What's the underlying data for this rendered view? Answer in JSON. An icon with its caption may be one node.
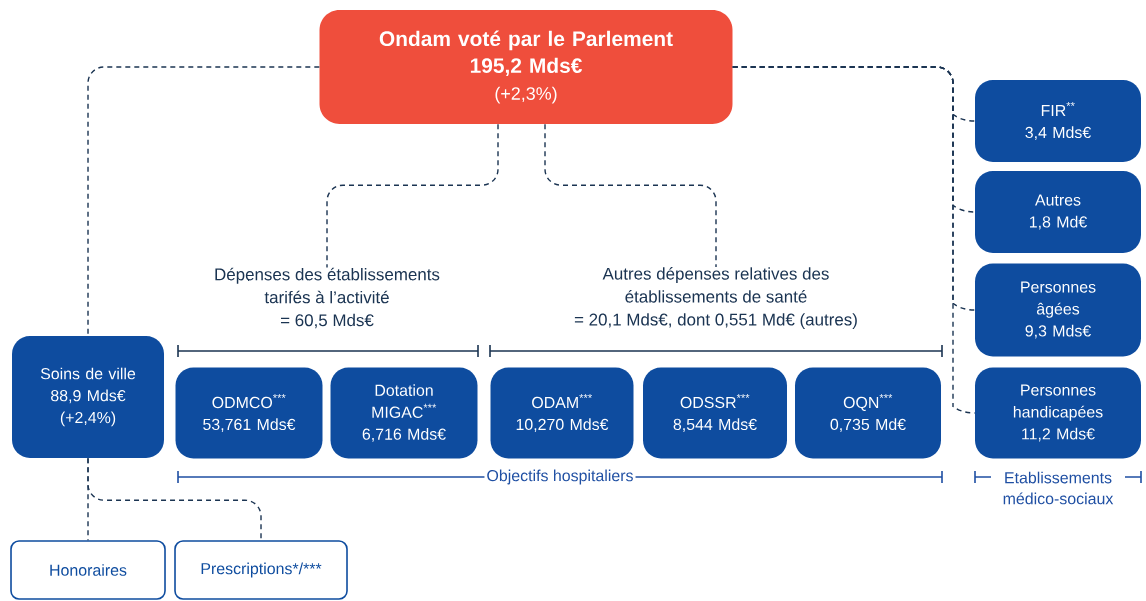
{
  "diagram": {
    "nodes": [
      {
        "text": [
          "Ondam voté par le Parlement",
          "195,2 Mds€",
          "(+2,3%)"
        ]
      },
      {
        "text": [
          "Soins de ville",
          "88,9 Mds€",
          "(+2,4%)"
        ]
      },
      {
        "text": [
          "Dépenses des établissements tarifés à l’activité",
          "= 60,5 Mds€"
        ]
      },
      {
        "text": [
          "Autres dépenses relatives des établissements de santé",
          "= 20,1 Mds€, dont 0,551 Md€ (autres)"
        ]
      },
      {
        "text": [
          "FIR$^{**}$",
          "3,4 Mds€"
        ]
      },
      {
        "text": [
          "Autres",
          "1,8 Md€"
        ]
      },
      {
        "text": [
          "Personnes âgées",
          "9,3 Mds€"
        ]
      },
      {
        "text": [
          "Personnes handicapées",
          "11,2 Mds€"
        ]
      },
      {
        "text": [
          "ODMCO$^{***}$",
          "53,761 Mds€"
        ]
      },
      {
        "text": [
          "Dotation MIGAC$^{***}$",
          "6,716 Mds€"
        ]
      },
      {
        "text": [
          "ODAM$^{***}$",
          "10,270 Mds€"
        ]
      },
      {
        "text": [
          "ODSSR$^{***}$",
          "8,544 Mds€"
        ]
      },
      {
        "text": [
          "OQN$^{***}$",
          "0,735 Md€"
        ]
      },
      {
        "text": [
          "Honoraires"
        ]
      },
      {
        "text": [
          "Prescriptions*/***"
        ]
      }
    ],
    "edges": [
      {
        "from": 0,
        "to": 1,
        "arrow": "none",
        "style": "dashed"
      },
      {
        "from": 0,
        "to": 2,
        "arrow": "none",
        "style": "dashed"
      },
      {
        "from": 0,
        "to": 3,
        "arrow": "none",
        "style": "dashed"
      },
      {
        "from": 0,
        "to": 4,
        "arrow": "none",
        "style": "dashed"
      },
      {
        "from": 0,
        "to": 5,
        "arrow": "none",
        "style": "dashed"
      },
      {
        "from": 0,
        "to": 6,
        "arrow": "none",
        "style": "dashed"
      },
      {
        "from": 0,
        "to": 7,
        "arrow": "none",
        "style": "dashed"
      },
      {
        "from": 1,
        "to": 13,
        "arrow": "none",
        "style": "dashed"
      },
      {
        "from": 1,
        "to": 14,
        "arrow": "none",
        "style": "dashed"
      }
    ],
    "labels": [
      "Objectifs hospitaliers",
      "Etablissements médico-sociaux"
    ]
  }
}
